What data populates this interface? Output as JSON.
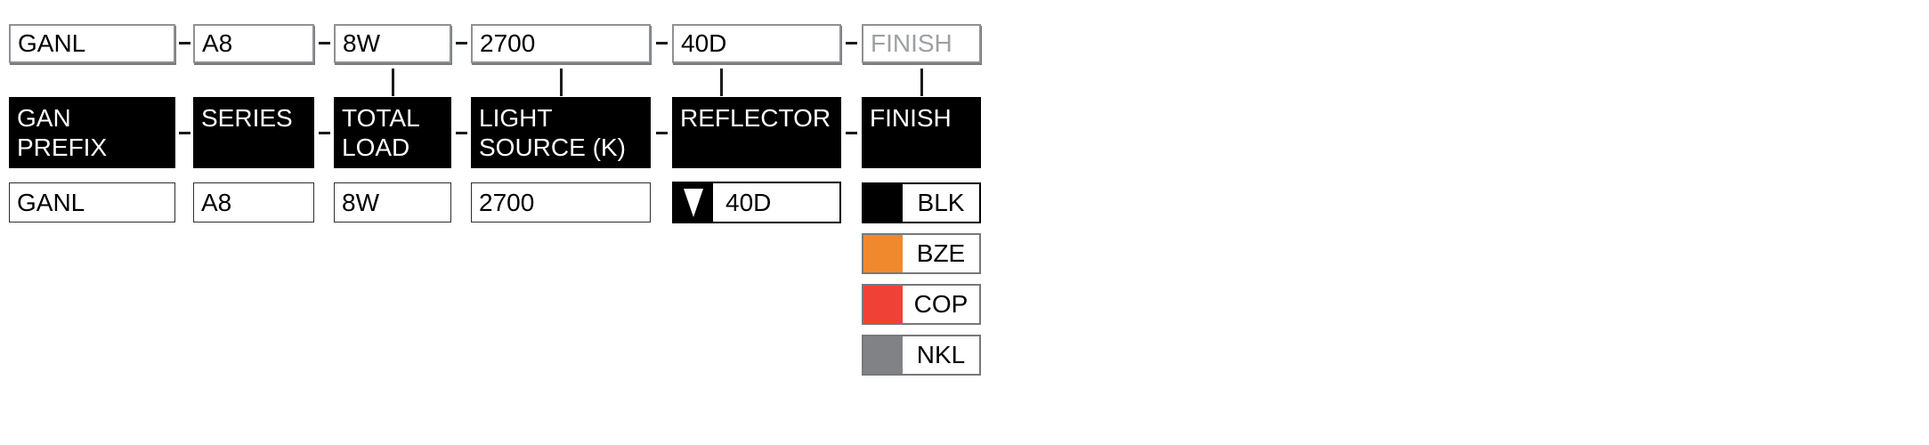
{
  "ordering_code": {
    "separator": "-",
    "columns": [
      {
        "name": "gan-prefix",
        "header_line1": "GAN",
        "header_line2": "PREFIX",
        "code": "GANL",
        "value": "GANL"
      },
      {
        "name": "series",
        "header_line1": "SERIES",
        "header_line2": "",
        "code": "A8",
        "value": "A8"
      },
      {
        "name": "total-load",
        "header_line1": "TOTAL",
        "header_line2": "LOAD",
        "code": "8W",
        "value": "8W"
      },
      {
        "name": "light-source",
        "header_line1": "LIGHT",
        "header_line2": "SOURCE (K)",
        "code": "2700",
        "value": "2700"
      },
      {
        "name": "reflector",
        "header_line1": "REFLECTOR",
        "header_line2": "",
        "code": "40D",
        "value": "40D",
        "dropdown_icon": "down-triangle-icon",
        "icon_bg_color": "#000000"
      },
      {
        "name": "finish",
        "header_line1": "FINISH",
        "header_line2": "",
        "code_placeholder": "FINISH",
        "options": [
          {
            "label": "BLK",
            "swatch_color": "#000000"
          },
          {
            "label": "BZE",
            "swatch_color": "#F0892D"
          },
          {
            "label": "COP",
            "swatch_color": "#EF4136"
          },
          {
            "label": "NKL",
            "swatch_color": "#808285"
          }
        ]
      }
    ]
  }
}
